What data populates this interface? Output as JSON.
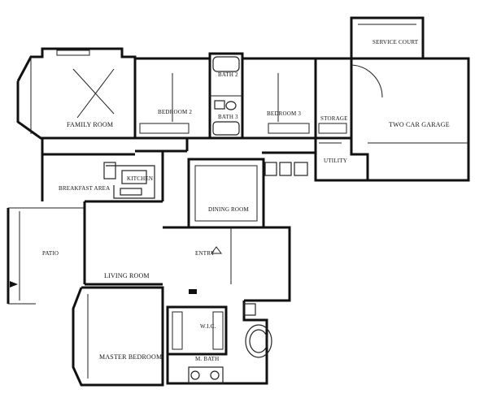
{
  "rooms": {
    "service_court": "SERVICE COURT",
    "bath_top": "BATH 2",
    "bath_lower": "BATH 3",
    "bedroom2": "BEDROOM 2",
    "bedroom3": "BEDROOM 3",
    "storage": "STORAGE",
    "garage": "TWO CAR GARAGE",
    "family_room": "FAMILY ROOM",
    "kitchen": "KITCHEN",
    "breakfast": "BREAKFAST AREA",
    "utility": "UTILITY",
    "dining": "DINING ROOM",
    "patio": "PATIO",
    "entry": "ENTRY",
    "living": "LIVING ROOM",
    "wic": "W.I.C.",
    "master_bath": "M. BATH",
    "master_bedroom": "MASTER BEDROOM"
  }
}
